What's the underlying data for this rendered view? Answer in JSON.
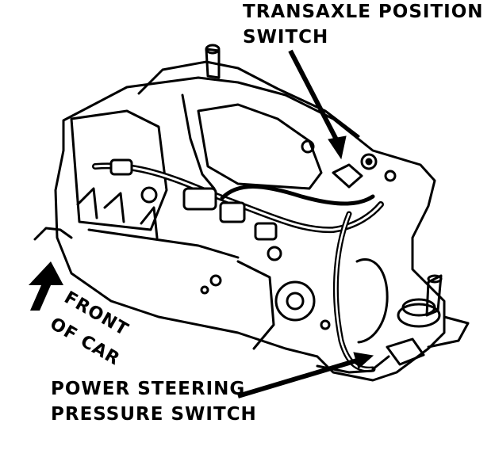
{
  "labels": {
    "transaxle_line1": "TRANSAXLE POSITION",
    "transaxle_line2": "SWITCH",
    "power_steering_line1": "POWER STEERING",
    "power_steering_line2": "PRESSURE SWITCH",
    "front_line1": "FRONT",
    "front_line2": "OF CAR"
  },
  "colors": {
    "ink": "#000000",
    "paper": "#ffffff"
  }
}
